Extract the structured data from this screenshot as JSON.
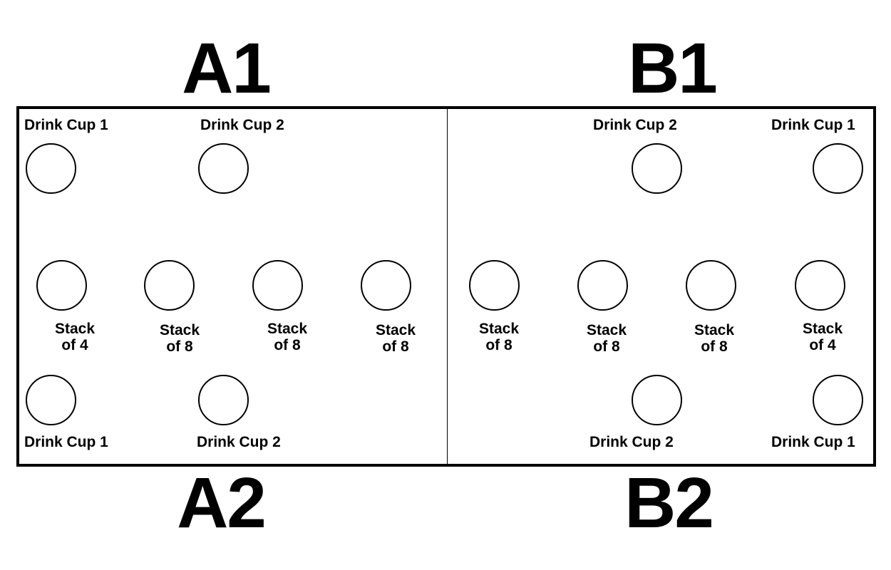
{
  "zones": {
    "a1": "A1",
    "b1": "B1",
    "a2": "A2",
    "b2": "B2"
  },
  "drink_cups": {
    "a1_cup1": "Drink Cup 1",
    "a1_cup2": "Drink Cup 2",
    "a2_cup1": "Drink Cup 1",
    "a2_cup2": "Drink Cup 2",
    "b1_cup2": "Drink Cup 2",
    "b1_cup1": "Drink Cup 1",
    "b2_cup2": "Drink Cup 2",
    "b2_cup1": "Drink Cup 1"
  },
  "stacks": [
    {
      "line1": "Stack",
      "line2": "of 4"
    },
    {
      "line1": "Stack",
      "line2": "of 8"
    },
    {
      "line1": "Stack",
      "line2": "of 8"
    },
    {
      "line1": "Stack",
      "line2": "of 8"
    },
    {
      "line1": "Stack",
      "line2": "of 8"
    },
    {
      "line1": "Stack",
      "line2": "of 8"
    },
    {
      "line1": "Stack",
      "line2": "of 8"
    },
    {
      "line1": "Stack",
      "line2": "of 4"
    }
  ]
}
